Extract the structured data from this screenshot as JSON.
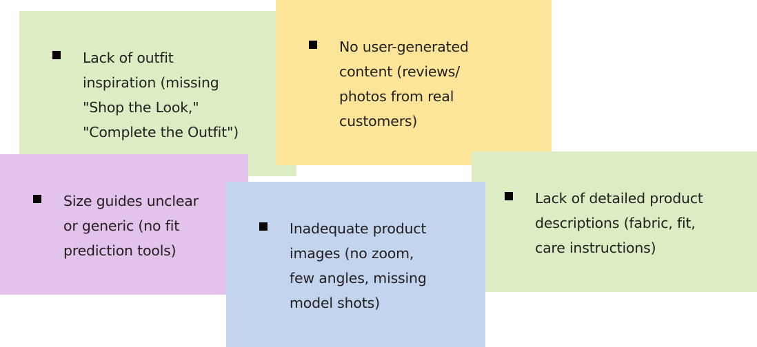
{
  "notes": [
    {
      "id": "outfit-inspiration",
      "color": "#dcedc4",
      "text": "Lack of outfit\ninspiration (missing\n\"Shop the Look,\"\n\"Complete the Outfit\")"
    },
    {
      "id": "user-generated-content",
      "color": "#fce598",
      "text": "No user-generated\ncontent (reviews/\nphotos from real\ncustomers)"
    },
    {
      "id": "size-guides",
      "color": "#e3c2ec",
      "text": "Size guides unclear\nor generic (no fit\nprediction tools)"
    },
    {
      "id": "product-descriptions",
      "color": "#dcedc4",
      "text": "Lack of detailed product\ndescriptions (fabric, fit,\ncare instructions)"
    },
    {
      "id": "product-images",
      "color": "#c3d4ef",
      "text": "Inadequate product\nimages (no zoom,\nfew angles, missing\nmodel shots)"
    }
  ]
}
